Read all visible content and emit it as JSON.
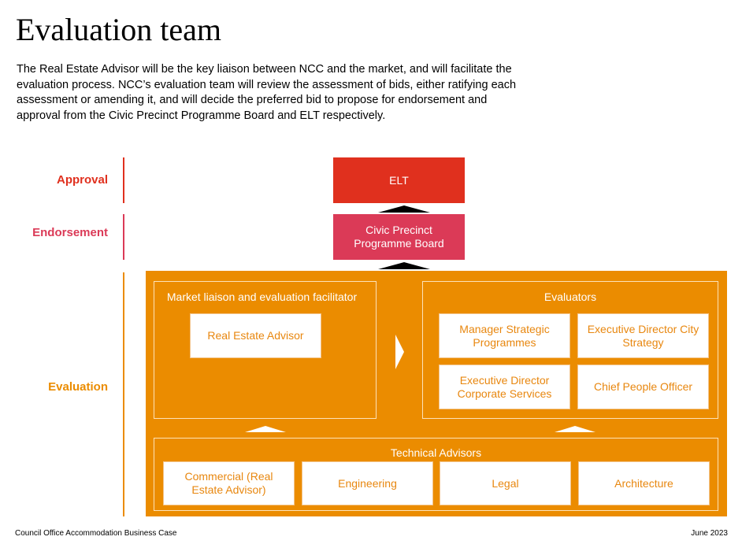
{
  "title": "Evaluation team",
  "intro": "The Real Estate Advisor will be the key liaison between NCC and the market, and will facilitate the evaluation process. NCC’s evaluation team will review the assessment of bids, either ratifying each assessment or amending it, and will decide the preferred bid to propose for endorsement and approval from the Civic Precinct Programme Board and ELT respectively.",
  "stages": {
    "approval": "Approval",
    "endorsement": "Endorsement",
    "evaluation": "Evaluation"
  },
  "colors": {
    "approval": "#e0301e",
    "endorsement": "#db3a57",
    "evaluation": "#eb8c00"
  },
  "elt": "ELT",
  "board": "Civic Precinct Programme Board",
  "liaison": {
    "title": "Market liaison and evaluation facilitator",
    "advisor": "Real Estate Advisor"
  },
  "evaluators": {
    "title": "Evaluators",
    "items": [
      "Manager Strategic Programmes",
      "Executive Director City Strategy",
      "Executive Director Corporate Services",
      "Chief People Officer"
    ]
  },
  "technical": {
    "title": "Technical Advisors",
    "items": [
      "Commercial (Real Estate Advisor)",
      "Engineering",
      "Legal",
      "Architecture"
    ]
  },
  "footer": {
    "left": "Council Office Accommodation Business Case",
    "right": "June 2023"
  }
}
